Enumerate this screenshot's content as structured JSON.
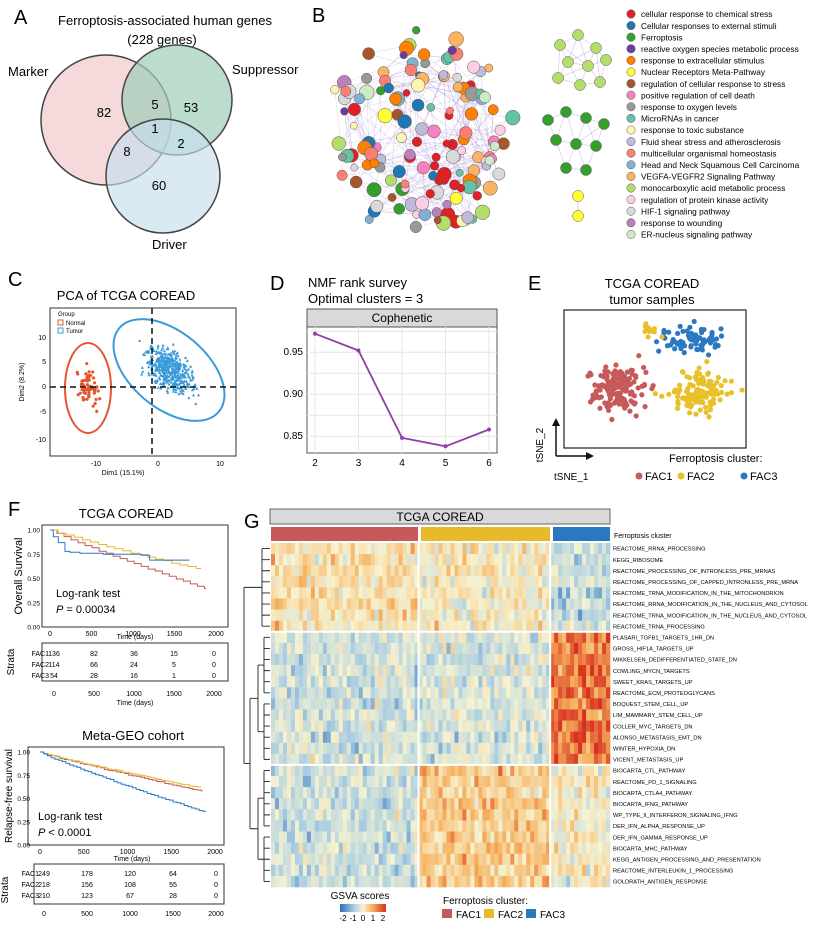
{
  "panel_letters": [
    "A",
    "B",
    "C",
    "D",
    "E",
    "F",
    "G"
  ],
  "panelA": {
    "title_line1": "Ferroptosis-associated human genes",
    "title_line2": "(228 genes)",
    "sets": [
      {
        "name": "Marker",
        "color": "#f3cccd"
      },
      {
        "name": "Suppressor",
        "color": "#9fcdb8"
      },
      {
        "name": "Driver",
        "color": "#c6dff0"
      }
    ],
    "regions": {
      "marker_only": "82",
      "suppressor_only": "53",
      "driver_only": "60",
      "marker_suppressor": "5",
      "marker_driver": "8",
      "suppressor_driver": "2",
      "all_three": "1"
    }
  },
  "panelB": {
    "legend": [
      {
        "label": "cellular response to chemical stress",
        "color": "#e11f26"
      },
      {
        "label": "Cellular responses to external stimuli",
        "color": "#1f78b4"
      },
      {
        "label": "Ferroptosis",
        "color": "#33a02c"
      },
      {
        "label": "reactive oxygen species metabolic process",
        "color": "#6a3d9a"
      },
      {
        "label": "response to extracellular stimulus",
        "color": "#ff7f00"
      },
      {
        "label": "Nuclear Receptors Meta-Pathway",
        "color": "#ffff33"
      },
      {
        "label": "regulation of cellular response to stress",
        "color": "#a65628"
      },
      {
        "label": "positive regulation of cell death",
        "color": "#f781bf"
      },
      {
        "label": "response to oxygen levels",
        "color": "#999999"
      },
      {
        "label": "MicroRNAs in cancer",
        "color": "#66c2a5"
      },
      {
        "label": "response to toxic substance",
        "color": "#fdf6b2"
      },
      {
        "label": "Fluid shear stress and atherosclerosis",
        "color": "#bebada"
      },
      {
        "label": "multicellular organismal homeostasis",
        "color": "#fb8072"
      },
      {
        "label": "Head and Neck Squamous Cell Carcinoma",
        "color": "#80b1d3"
      },
      {
        "label": "VEGFA-VEGFR2 Signaling Pathway",
        "color": "#fdb462"
      },
      {
        "label": "monocarboxylic acid metabolic process",
        "color": "#b3de69"
      },
      {
        "label": "regulation of protein kinase activity",
        "color": "#fccde5"
      },
      {
        "label": "HIF-1 signaling pathway",
        "color": "#d9d9d9"
      },
      {
        "label": "response to wounding",
        "color": "#bc80bd"
      },
      {
        "label": "ER-nucleus signaling pathway",
        "color": "#ccebc5"
      }
    ]
  },
  "panelC": {
    "title": "PCA of TCGA COREAD",
    "legend_title": "Group",
    "groups": [
      {
        "name": "Normal",
        "color": "#e4572e"
      },
      {
        "name": "Tumor",
        "color": "#3a9ad9"
      }
    ],
    "xlabel": "Dim1 (15.1%)",
    "ylabel": "Dim2 (8.2%)",
    "xticks": [
      "-10",
      "0",
      "10"
    ],
    "yticks": [
      "10",
      "5",
      "0",
      "-5",
      "-10"
    ]
  },
  "panelE": {
    "title_line1": "TCGA COREAD",
    "title_line2": "tumor samples",
    "xlabel": "tSNE_1",
    "ylabel": "tSNE_2",
    "legend_title": "Ferroptosis cluster:",
    "clusters": [
      {
        "name": "FAC1",
        "color": "#c65a5a"
      },
      {
        "name": "FAC2",
        "color": "#e8c12a"
      },
      {
        "name": "FAC3",
        "color": "#2a78c2"
      }
    ]
  },
  "panelF": {
    "km1": {
      "title": "TCGA COREAD",
      "ylabel": "Overall Survival",
      "test": "Log-rank test",
      "p_label": "P",
      "p_value": " = 0.00034",
      "xticks": [
        "0",
        "500",
        "1000",
        "1500",
        "2000"
      ],
      "yticks": [
        "1.00",
        "0.75",
        "0.50",
        "0.25",
        "0.00"
      ],
      "xlabel": "Time (days)"
    },
    "risk1": {
      "rows": [
        {
          "name": "FAC1",
          "values": [
            "136",
            "82",
            "36",
            "15",
            "0"
          ]
        },
        {
          "name": "FAC2",
          "values": [
            "114",
            "66",
            "24",
            "5",
            "0"
          ]
        },
        {
          "name": "FAC3",
          "values": [
            "54",
            "28",
            "16",
            "1",
            "0"
          ]
        }
      ],
      "xticks": [
        "0",
        "500",
        "1000",
        "1500",
        "2000"
      ],
      "xlabel": "Time (days)",
      "strata_label": "Strata"
    },
    "km2": {
      "title": "Meta-GEO cohort",
      "ylabel": "Relapse-free survival",
      "test": "Log-rank test",
      "p_label": "P",
      "p_value": " < 0.0001",
      "xticks": [
        "0",
        "500",
        "1000",
        "1500",
        "2000"
      ],
      "yticks": [
        "1.00",
        "0.75",
        "0.50",
        "0.25",
        "0.00"
      ],
      "xlabel": "Time (days)"
    },
    "risk2": {
      "rows": [
        {
          "name": "FAC1",
          "values": [
            "249",
            "178",
            "120",
            "64",
            "0"
          ]
        },
        {
          "name": "FAC2",
          "values": [
            "218",
            "156",
            "108",
            "55",
            "0"
          ]
        },
        {
          "name": "FAC3",
          "values": [
            "210",
            "123",
            "67",
            "28",
            "0"
          ]
        }
      ],
      "xticks": [
        "0",
        "500",
        "1000",
        "1500",
        "2000"
      ],
      "xlabel": "Time (days)",
      "strata_label": "Strata"
    }
  },
  "panelG": {
    "title": "TCGA COREAD",
    "cluster_label": "Ferroptosis cluster",
    "rows": [
      "REACTOME_RRNA_PROCESSING",
      "KEGG_RIBOSOME",
      "REACTOME_PROCESSING_OF_INTRONLESS_PRE_MRNAS",
      "REACTOME_PROCESSING_OF_CAPPED_INTRONLESS_PRE_MRNA",
      "REACTOME_TRNA_MODIFICATION_IN_THE_MITOCHONDRION",
      "REACTOME_RRNA_MODIFICATION_IN_THE_NUCLEUS_AND_CYTOSOL",
      "REACTOME_TRNA_MODIFICATION_IN_THE_NUCLEUS_AND_CYTOSOL",
      "REACTOME_TRNA_PROCESSING",
      "PLASARI_TGFB1_TARGETS_1HR_DN",
      "GROSS_HIF1A_TARGETS_UP",
      "MIKKELSEN_DEDIFFERENTIATED_STATE_DN",
      "COWLING_MYCN_TARGETS",
      "SWEET_KRAS_TARGETS_UP",
      "REACTOME_ECM_PROTEOGLYCANS",
      "BOQUEST_STEM_CELL_UP",
      "LIM_MAMMARY_STEM_CELL_UP",
      "COLLER_MYC_TARGETS_DN",
      "ALONSO_METASTASIS_EMT_DN",
      "WINTER_HYPOXIA_DN",
      "VICENT_METASTASIS_UP",
      "BIOCARTA_CTL_PATHWAY",
      "REACTOME_PD_1_SIGNALING",
      "BIOCARTA_CTLA4_PATHWAY",
      "BIOCARTA_IFNG_PATHWAY",
      "WP_TYPE_II_INTERFERON_SIGNALING_IFNG",
      "DER_IFN_ALPHA_RESPONSE_UP",
      "DER_IFN_GAMMA_RESPONSE_UP",
      "BIOCARTA_MHC_PATHWAY",
      "KEGG_ANTIGEN_PROCESSING_AND_PRESENTATION",
      "REACTOME_INTERLEUKIN_1_PROCESSING",
      "GOLDRATH_ANTIGEN_RESPONSE"
    ],
    "gsva_title": "GSVA scores",
    "gsva_ticks": [
      "-2",
      "-1",
      "0",
      "1",
      "2"
    ],
    "legend_title": "Ferroptosis cluster:",
    "clusters": [
      {
        "name": "FAC1",
        "color": "#c65a5a"
      },
      {
        "name": "FAC2",
        "color": "#e8b92a"
      },
      {
        "name": "FAC3",
        "color": "#2a78c2"
      }
    ]
  },
  "chart_data": [
    {
      "type": "line",
      "title": "NMF rank survey",
      "subtitle": "Optimal clusters = 3",
      "facet": "Cophenetic",
      "x": [
        2,
        3,
        4,
        5,
        6
      ],
      "values": [
        0.972,
        0.952,
        0.848,
        0.838,
        0.858
      ],
      "xticks": [
        "2",
        "3",
        "4",
        "5",
        "6"
      ],
      "yticks": [
        "0.95",
        "0.90",
        "0.85"
      ],
      "ylim": [
        0.83,
        0.98
      ],
      "color": "#8e3fa8",
      "grid": true
    }
  ]
}
